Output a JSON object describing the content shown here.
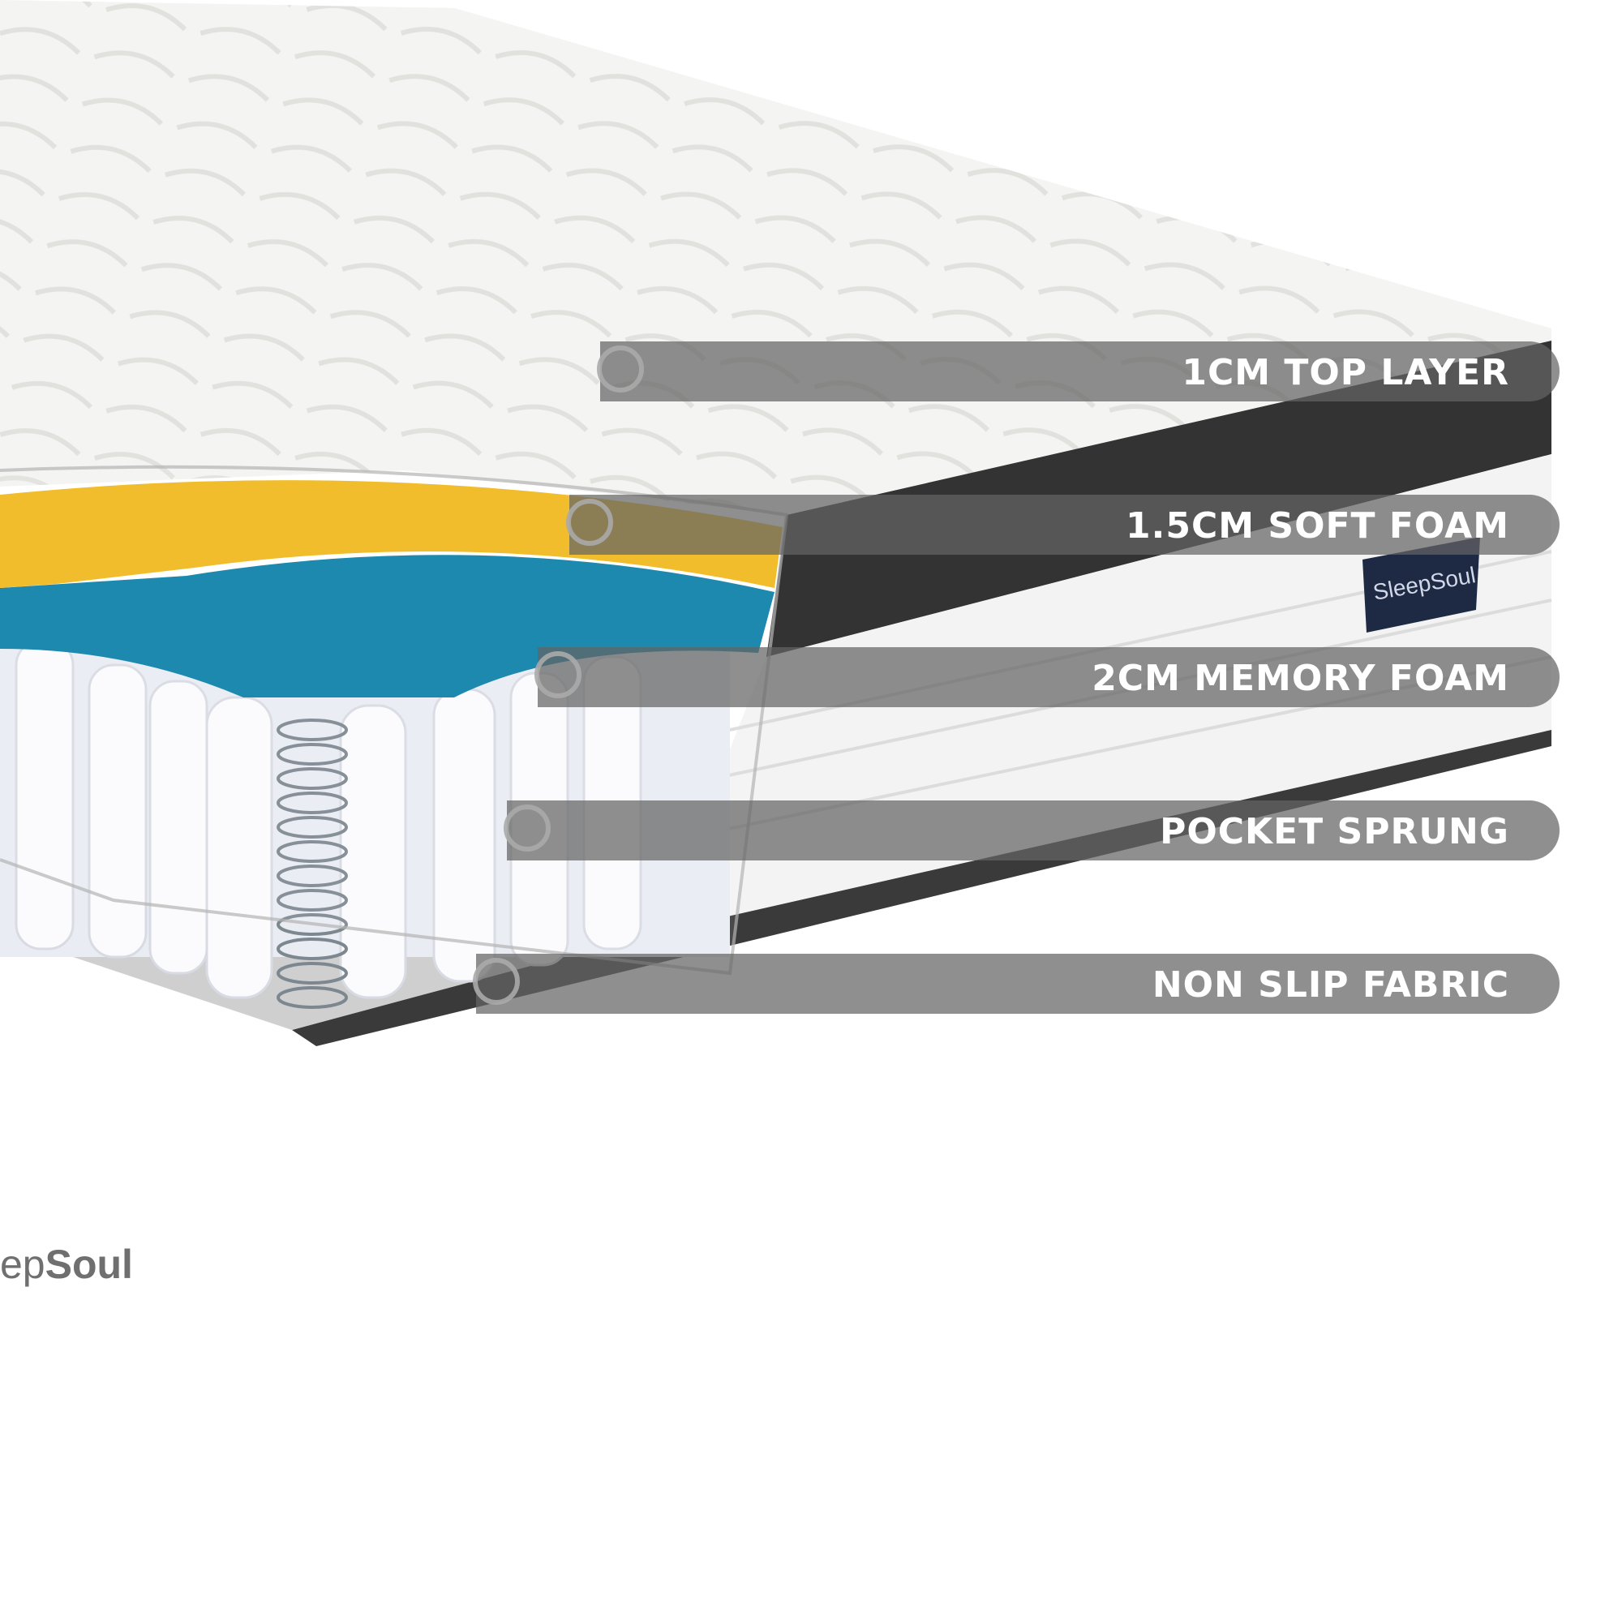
{
  "layers": [
    {
      "label": "1CM TOP LAYER"
    },
    {
      "label": "1.5CM SOFT FOAM"
    },
    {
      "label": "2CM MEMORY FOAM"
    },
    {
      "label": "POCKET SPRUNG"
    },
    {
      "label": "NON SLIP FABRIC"
    }
  ],
  "brand": {
    "logo_light": "ep",
    "logo_bold": "Soul",
    "tag_text": "SleepSoul"
  },
  "colors": {
    "soft_foam": "#f0b81c",
    "memory_foam": "#0b7fa8",
    "side_band": "#333333",
    "callout": "#6e6e6e"
  }
}
